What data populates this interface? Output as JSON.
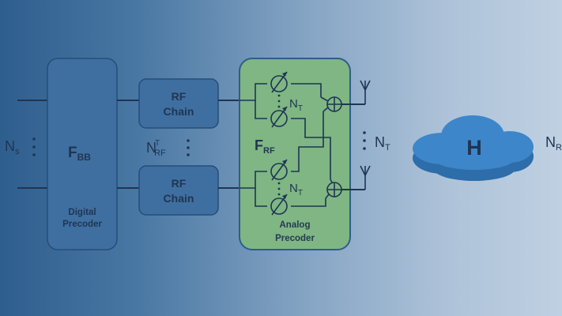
{
  "ns_label": {
    "main": "N",
    "sub": "s"
  },
  "digital_precoder": {
    "symbol": {
      "main": "F",
      "sub": "BB"
    },
    "caption_line1": "Digital",
    "caption_line2": "Precoder"
  },
  "rf_chain_line1": "RF",
  "rf_chain_line2": "Chain",
  "nrf_label": {
    "main": "N",
    "sup": "T",
    "sub": "RF"
  },
  "analog_precoder": {
    "symbol": {
      "main": "F",
      "sub": "RF"
    },
    "caption_line1": "Analog",
    "caption_line2": "Precoder",
    "phase_shifter_count": {
      "main": "N",
      "sub": "T"
    }
  },
  "antenna_count": {
    "main": "N",
    "sub": "T"
  },
  "channel_label": "H",
  "receiver_label": {
    "main": "N",
    "sub": "R"
  },
  "colors": {
    "background_left": "#2e5e8e",
    "background_right": "#bfd0e2",
    "block_blue": "#3f6fa0",
    "block_green": "#7fb683",
    "cloud": "#3d86c9",
    "ink": "#1f3552"
  },
  "icons": [
    "phase-shifter-icon",
    "adder-icon",
    "antenna-icon",
    "cloud-icon"
  ]
}
